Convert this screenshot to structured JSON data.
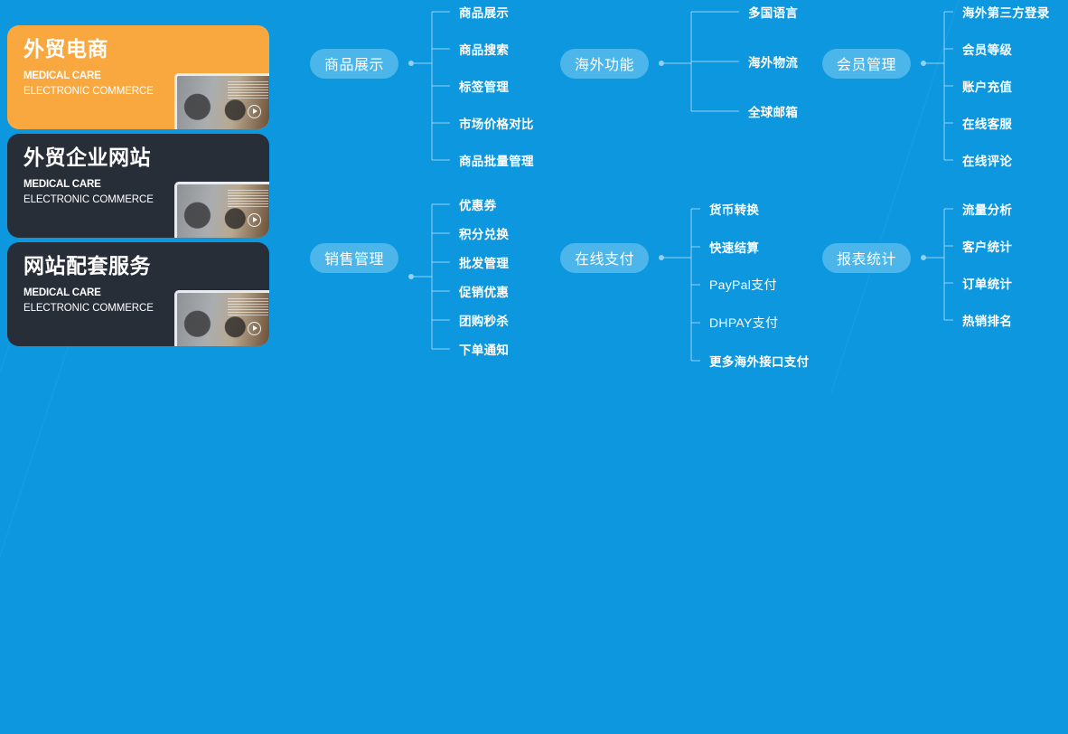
{
  "theme": {
    "background": "#0d97de",
    "pill_fill": "#4cb5ea",
    "card_orange": "#f9a83f",
    "card_dark": "#282e38",
    "text_white": "#ffffff",
    "connector_line": "rgba(255,255,255,0.55)"
  },
  "left_panel": {
    "cards": [
      {
        "title": "外贸电商",
        "subtitle_1": "MEDICAL CARE",
        "subtitle_2": "ELECTRONIC COMMERCE",
        "background": "#f9a83f",
        "thumbnail_icon": "play-button-icon"
      },
      {
        "title": "外贸企业网站",
        "subtitle_1": "MEDICAL CARE",
        "subtitle_2": "ELECTRONIC COMMERCE",
        "background": "#282e38",
        "thumbnail_icon": "play-button-icon"
      },
      {
        "title": "网站配套服务",
        "subtitle_1": "MEDICAL CARE",
        "subtitle_2": "ELECTRONIC COMMERCE",
        "background": "#282e38",
        "thumbnail_icon": "play-button-icon"
      }
    ]
  },
  "mindmap": {
    "branches": [
      {
        "id": "product-display",
        "label": "商品展示",
        "leaves": [
          "商品展示",
          "商品搜索",
          "标签管理",
          "市场价格对比",
          "商品批量管理"
        ]
      },
      {
        "id": "overseas-features",
        "label": "海外功能",
        "leaves": [
          "多国语言",
          "海外物流",
          "全球邮箱"
        ]
      },
      {
        "id": "member-management",
        "label": "会员管理",
        "leaves": [
          "海外第三方登录",
          "会员等级",
          "账户充值",
          "在线客服",
          "在线评论"
        ]
      },
      {
        "id": "sales-management",
        "label": "销售管理",
        "leaves": [
          "优惠券",
          "积分兑换",
          "批发管理",
          "促销优惠",
          "团购秒杀",
          "下单通知"
        ]
      },
      {
        "id": "online-payment",
        "label": "在线支付",
        "leaves": [
          "货币转换",
          "快速结算",
          "PayPal支付",
          "DHPAY支付",
          "更多海外接口支付"
        ]
      },
      {
        "id": "report-statistics",
        "label": "报表统计",
        "leaves": [
          "流量分析",
          "客户统计",
          "订单统计",
          "热销排名"
        ]
      }
    ]
  }
}
